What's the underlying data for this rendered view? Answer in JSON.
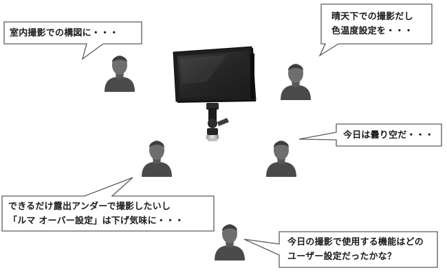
{
  "bubbles": {
    "indoor": "室内撮影での構図に・・・",
    "sunny_line1": "晴天下での撮影だし",
    "sunny_line2": "色温度設定を・・・",
    "cloudy": "今日は曇り空だ・・・",
    "exposure_line1": "できるだけ露出アンダーで撮影したいし",
    "exposure_line2": "「ルマ オーバー設定」は下げ気味に・・・",
    "functions_line1": "今日の撮影で使用する機能はどの",
    "functions_line2": "ユーザー設定だったかな？"
  },
  "icons": {
    "person": "person-silhouette-icon",
    "monitor": "field-monitor-icon",
    "mount": "ball-head-mount-icon"
  },
  "colors": {
    "bubble_border": "#5a5a5a",
    "person_body": "#4a4a4a",
    "person_head": "#6e6e6e",
    "monitor_bezel": "#1c1c1c",
    "monitor_screen": "#2f2f2f"
  }
}
